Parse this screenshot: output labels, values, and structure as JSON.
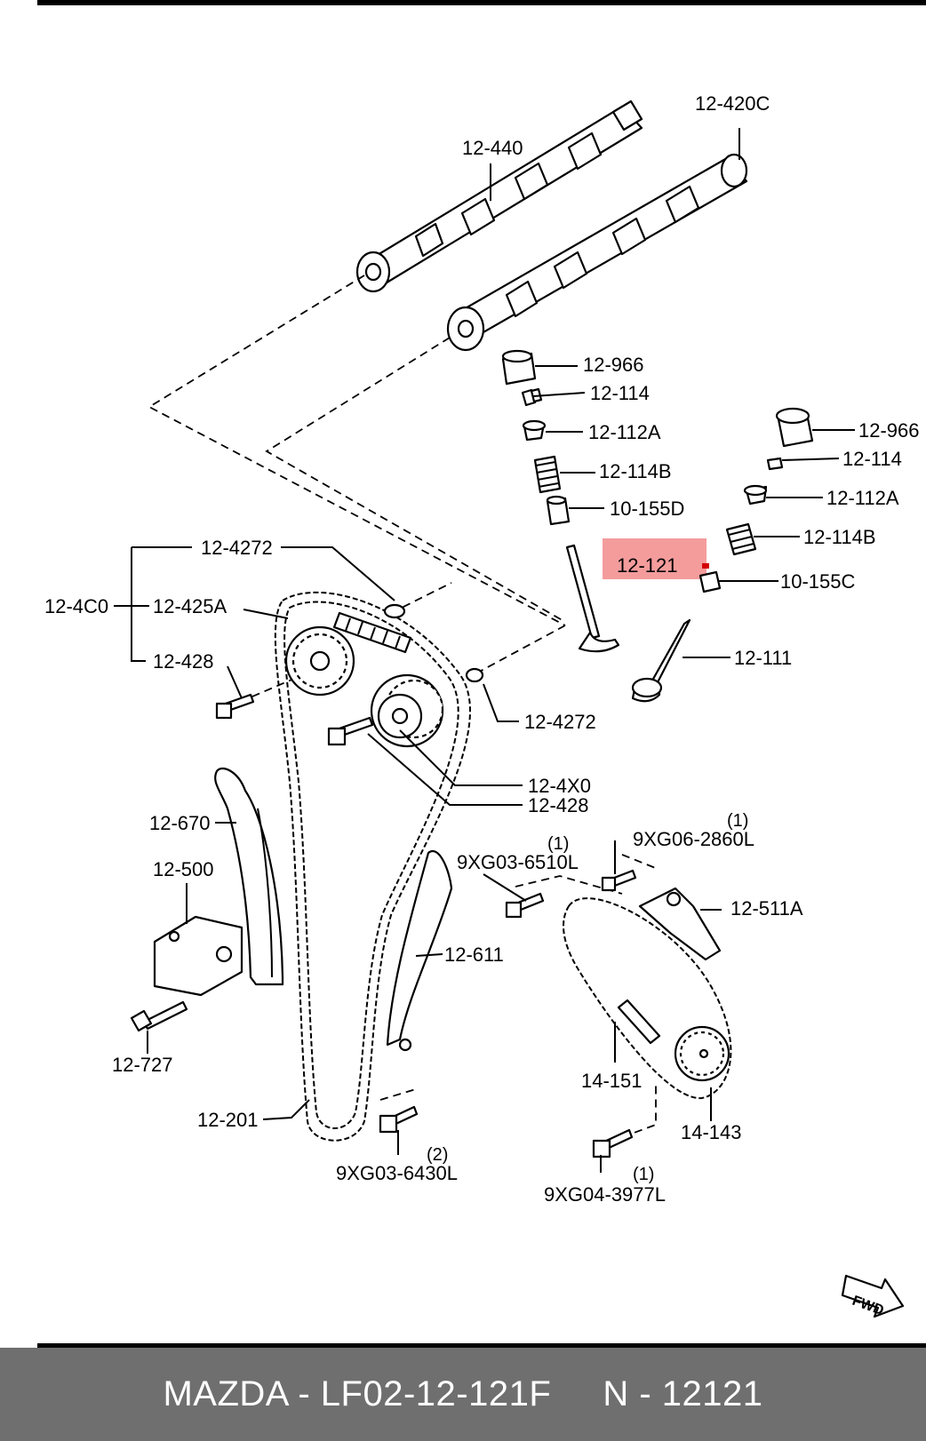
{
  "footer": {
    "text": "MAZDA - LF02-12-121F     N - 12121"
  },
  "highlight": {
    "color": "#f28b8b",
    "part": "12-121"
  },
  "labels": {
    "l_12420C": "12-420C",
    "l_12440": "12-440",
    "l_12966a": "12-966",
    "l_12114a": "12-114",
    "l_12112Aa": "12-112A",
    "l_12114Ba": "12-114B",
    "l_10155D": "10-155D",
    "l_12121": "12-121",
    "l_12966b": "12-966",
    "l_12114b": "12-114",
    "l_12112Ab": "12-112A",
    "l_12114Bb": "12-114B",
    "l_10155C": "10-155C",
    "l_12111": "12-111",
    "l_124272a": "12-4272",
    "l_124C0": "12-4C0",
    "l_12425A": "12-425A",
    "l_12428a": "12-428",
    "l_124272b": "12-4272",
    "l_124X0": "12-4X0",
    "l_12428b": "12-428",
    "l_12670": "12-670",
    "l_12500": "12-500",
    "l_12727": "12-727",
    "l_9XG062860L": "9XG06-2860L",
    "l_9XG036510L": "9XG03-6510L",
    "l_12511A": "12-511A",
    "l_12611": "12-611",
    "l_14151": "14-151",
    "l_14143": "14-143",
    "l_12201": "12-201",
    "l_9XG036430L": "9XG03-6430L",
    "l_9XG043977L": "9XG04-3977L",
    "fwd": "FWD"
  },
  "quantities": {
    "q_9XG062860L": "(1)",
    "q_9XG036510L": "(1)",
    "q_9XG036430L": "(2)",
    "q_9XG043977L": "(1)"
  }
}
